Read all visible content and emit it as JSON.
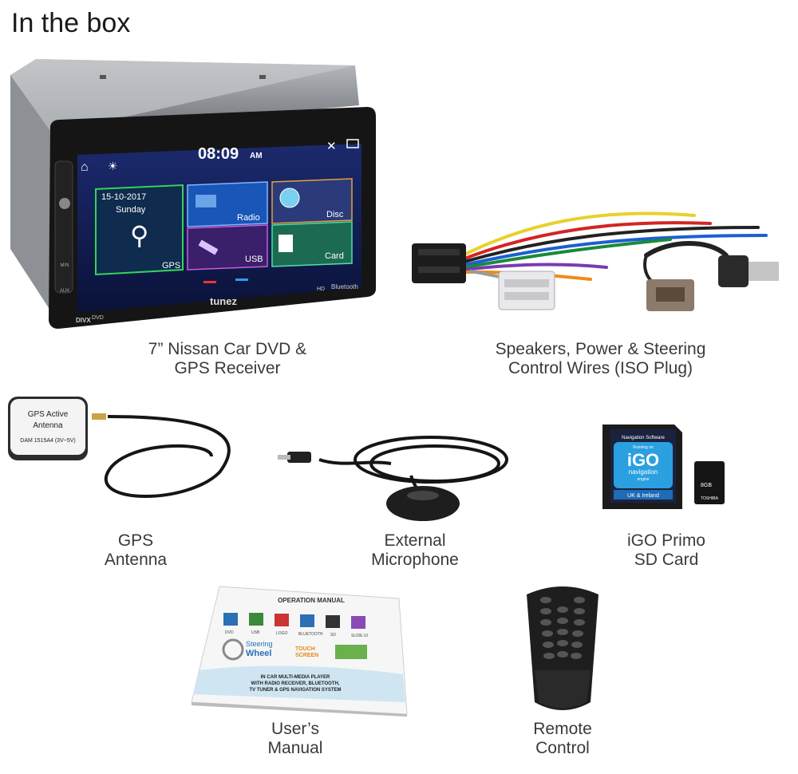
{
  "header": {
    "title": "In the box"
  },
  "stereo": {
    "time": "08:09",
    "ampm": "AM",
    "date": "15-10-2017",
    "day": "Sunday",
    "tiles": [
      "GPS",
      "Radio",
      "Disc",
      "USB",
      "Card"
    ],
    "brand": "tunez",
    "bluetooth": "Bluetooth",
    "divx": "DIVX",
    "dvd": "DVD",
    "side_labels": [
      "AUX",
      "M/N"
    ],
    "hd_badge": "HD"
  },
  "antenna_print": {
    "line1": "GPS Active",
    "line2": "Antenna",
    "line3": "DAM 1515A4 (3V~5V)"
  },
  "sd_card": {
    "header": "Navigation Software",
    "running": "Running on",
    "logo": "iGO",
    "sub1": "navigation",
    "sub2": "engine",
    "region": "UK & Ireland",
    "micro_size": "8GB",
    "micro_brand": "TOSHIBA"
  },
  "manual": {
    "heading": "OPERATION MANUAL",
    "icons": [
      "DVD",
      "USB",
      "LOGO",
      "BLUETOOTH",
      "SD",
      "SLIDE UI"
    ],
    "wheel1": "Steering",
    "wheel2": "Wheel",
    "touch1": "TOUCH",
    "touch2": "SCREEN",
    "footer1": "IN CAR MULTI-MEDIA PLAYER",
    "footer2": "WITH RADIO RECEIVER, BLUETOOTH,",
    "footer3": "TV TUNER & GPS NAVIGATION SYSTEM"
  },
  "captions": {
    "stereo": [
      "7”  Nissan Car DVD &",
      "GPS Receiver"
    ],
    "wires": [
      "Speakers, Power & Steering",
      "Control Wires (ISO Plug)"
    ],
    "antenna": [
      "GPS",
      "Antenna"
    ],
    "microphone": [
      "External",
      "Microphone"
    ],
    "sdcard": [
      "iGO Primo",
      "SD Card"
    ],
    "manual": [
      "User’s",
      "Manual"
    ],
    "remote": [
      "Remote",
      "Control"
    ]
  }
}
